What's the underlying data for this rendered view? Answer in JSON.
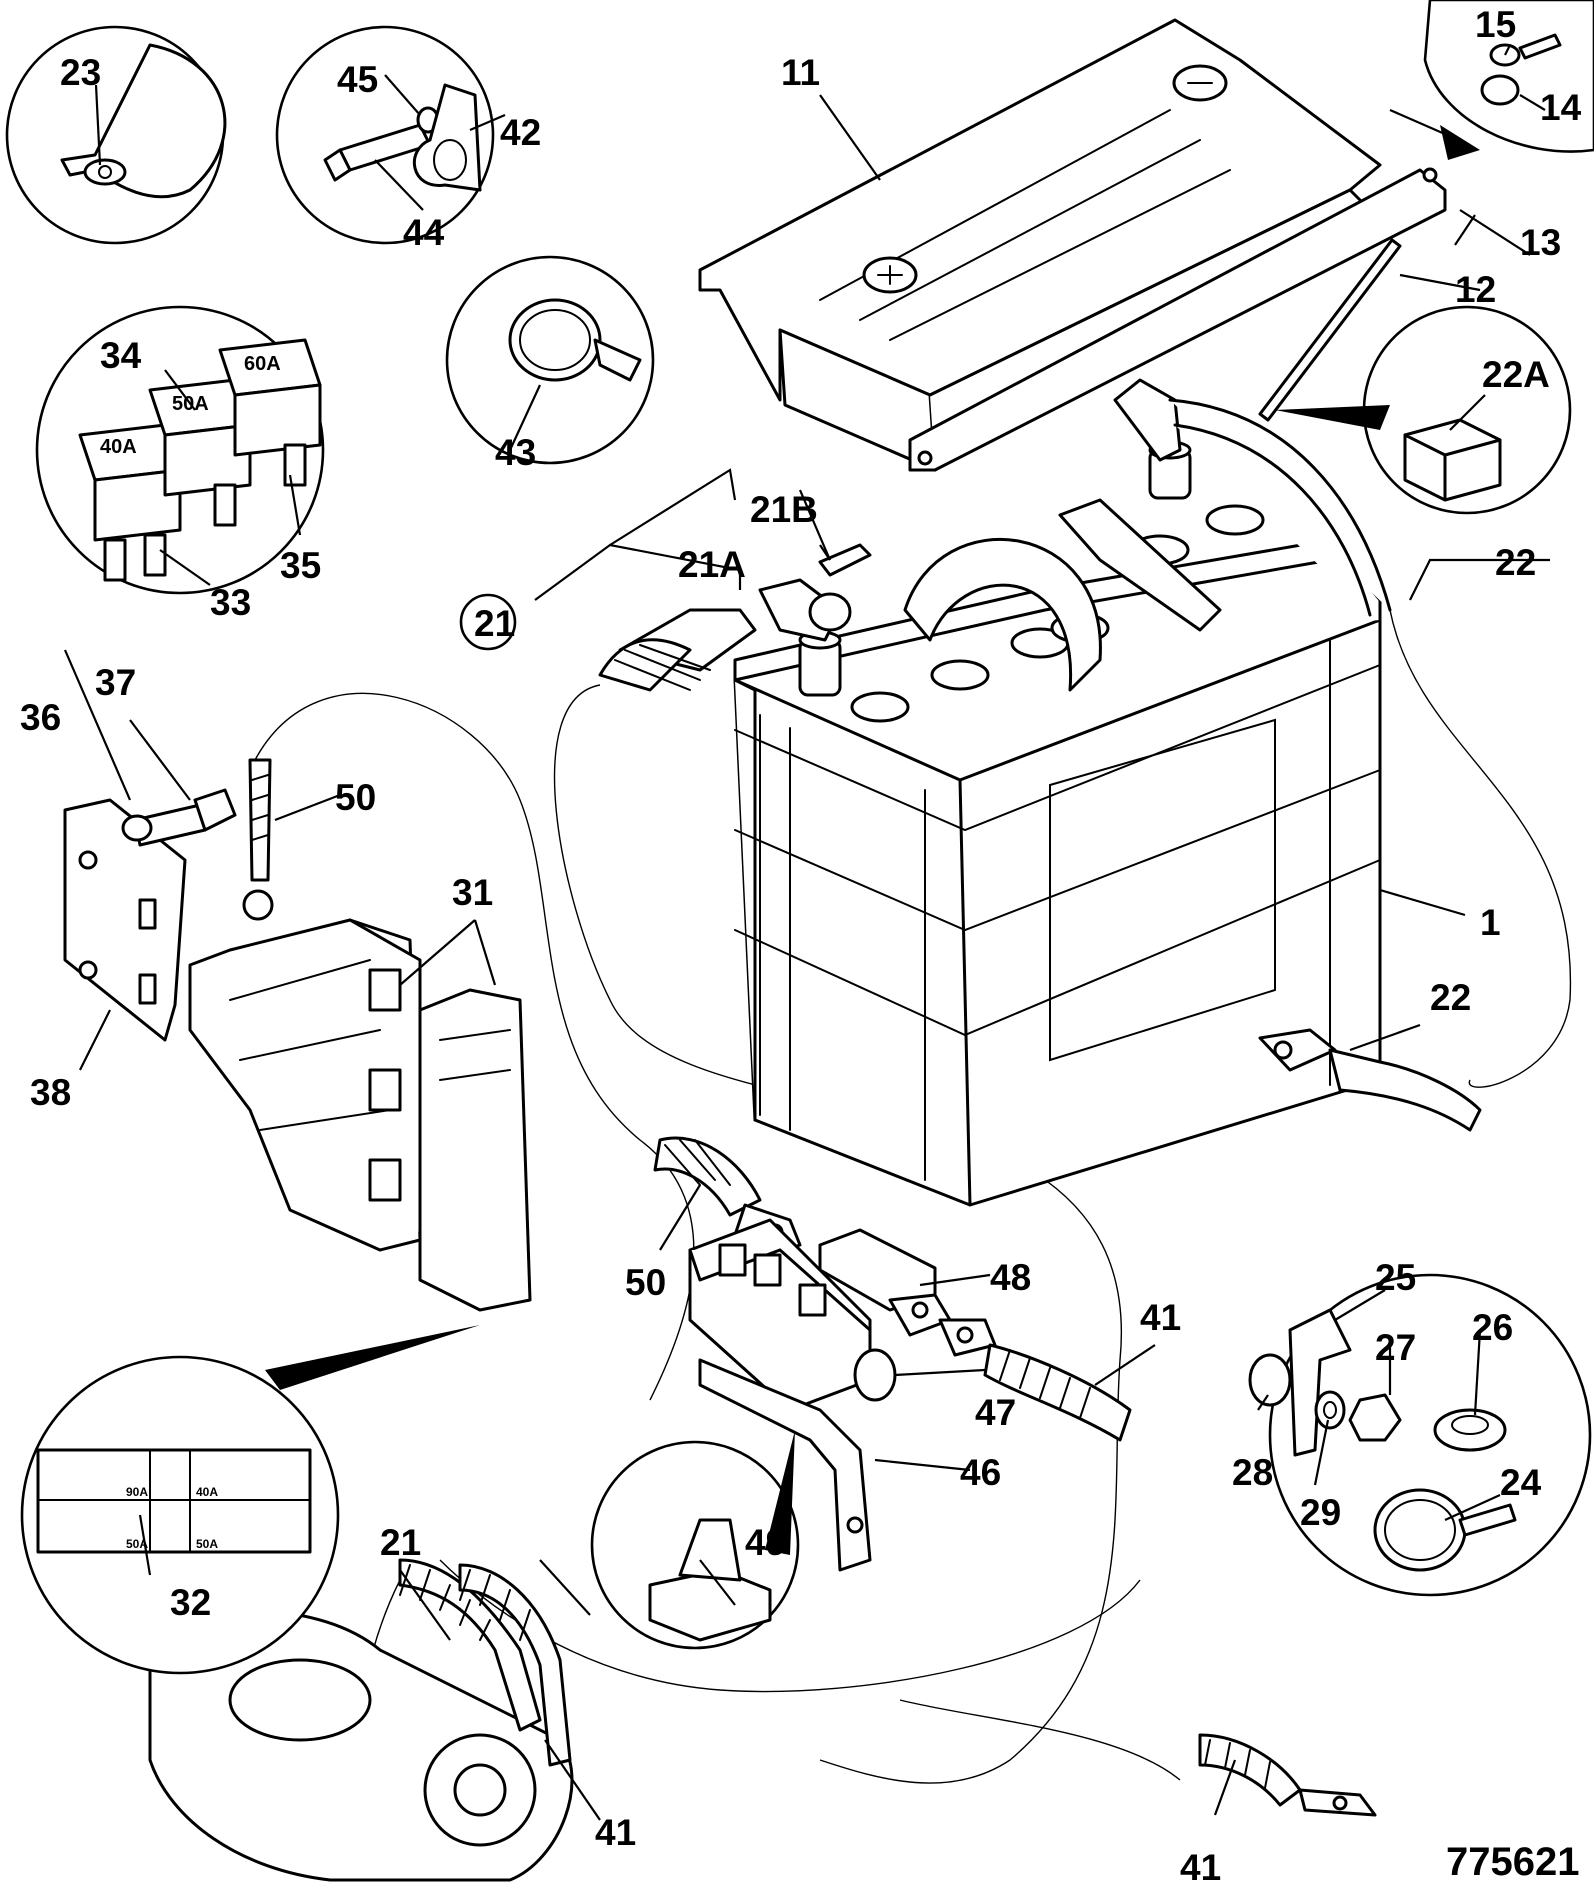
{
  "drawing_number": "775621",
  "labels": {
    "l1": "1",
    "l11": "11",
    "l12": "12",
    "l13": "13",
    "l14": "14",
    "l15": "15",
    "l21": "21",
    "l21A": "21A",
    "l21B": "21B",
    "l21b": "21",
    "l22a": "22",
    "l22b": "22",
    "l22A": "22A",
    "l23": "23",
    "l24": "24",
    "l25": "25",
    "l26": "26",
    "l27": "27",
    "l28": "28",
    "l29": "29",
    "l31": "31",
    "l32": "32",
    "l33": "33",
    "l34": "34",
    "l35": "35",
    "l36": "36",
    "l37": "37",
    "l38": "38",
    "l41a": "41",
    "l41b": "41",
    "l41c": "41",
    "l42": "42",
    "l43": "43",
    "l44": "44",
    "l45": "45",
    "l46": "46",
    "l47": "47",
    "l48": "48",
    "l49": "49",
    "l50a": "50",
    "l50b": "50"
  },
  "fuse_ratings": {
    "f40": "40A",
    "f50": "50A",
    "f60": "60A"
  },
  "decal": {
    "r1": "90A",
    "r2": "40A",
    "r3": "50A",
    "r4": "50A"
  }
}
